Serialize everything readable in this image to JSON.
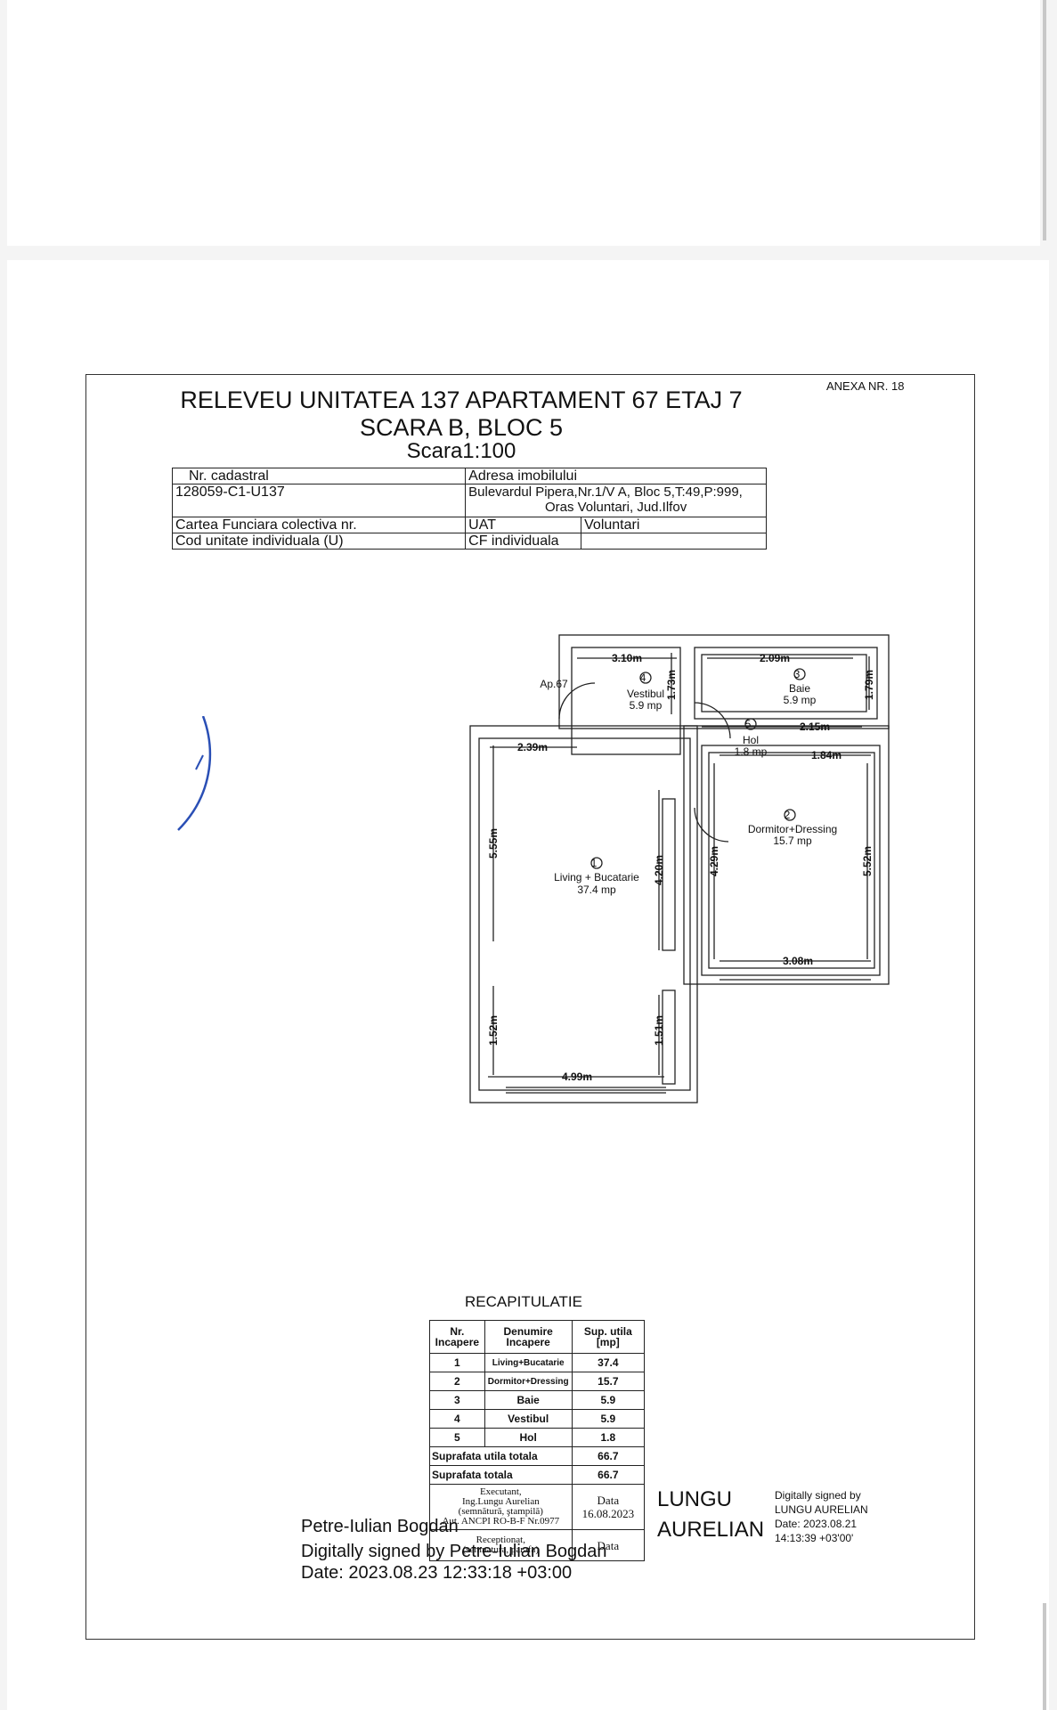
{
  "document": {
    "anexa": "ANEXA NR. 18",
    "title_line1": "RELEVEU UNITATEA 137 APARTAMENT 67 ETAJ 7",
    "title_line2": "SCARA B, BLOC 5",
    "scale": "Scara1:100"
  },
  "info_table": {
    "nr_cadastral_label": "Nr. cadastral",
    "nr_cadastral_value": "128059-C1-U137",
    "adresa_label": "Adresa imobilului",
    "adresa_line1": "Bulevardul Pipera,Nr.1/V A, Bloc 5,T:49,P:999,",
    "adresa_line2": "Oras Voluntari, Jud.Ilfov",
    "cf_colectiva_label": "Cartea Funciara colectiva nr.",
    "uat_label": "UAT",
    "uat_value": "Voluntari",
    "cod_unitate_label": "Cod unitate individuala (U)",
    "cf_individuala_label": "CF individuala"
  },
  "plan": {
    "apartment_label": "Ap.67",
    "rooms": [
      {
        "nr": "1",
        "name": "Living + Bucatarie",
        "area": "37.4 mp"
      },
      {
        "nr": "2",
        "name": "Dormitor+Dressing",
        "area": "15.7 mp"
      },
      {
        "nr": "3",
        "name": "Baie",
        "area": "5.9 mp"
      },
      {
        "nr": "4",
        "name": "Vestibul",
        "area": "5.9 mp"
      },
      {
        "nr": "5",
        "name": "Hol",
        "area": "1.8 mp"
      }
    ],
    "dimensions": {
      "vestibul_width": "3.10m",
      "vestibul_height": "1.73m",
      "baie_width": "2.09m",
      "baie_height": "1.79m",
      "baie_bottom": "2.15m",
      "living_top": "2.39m",
      "hol_right": "1.84m",
      "living_left": "5.55m",
      "living_right": "4.20m",
      "dormitor_left": "4.29m",
      "dormitor_right": "5.52m",
      "dormitor_bottom": "3.08m",
      "living_lower_left": "1.52m",
      "living_lower_right": "1.51m",
      "living_bottom": "4.99m"
    }
  },
  "recap": {
    "title": "RECAPITULATIE",
    "headers": [
      "Nr. Incapere",
      "Denumire Incapere",
      "Sup. utila [mp]"
    ],
    "rows": [
      [
        "1",
        "Living+Bucatarie",
        "37.4"
      ],
      [
        "2",
        "Dormitor+Dressing",
        "15.7"
      ],
      [
        "3",
        "Baie",
        "5.9"
      ],
      [
        "4",
        "Vestibul",
        "5.9"
      ],
      [
        "5",
        "Hol",
        "1.8"
      ]
    ],
    "total_util_label": "Suprafata utila totala",
    "total_util_value": "66.7",
    "total_label": "Suprafata totala",
    "total_value": "66.7",
    "executant_label": "Executant,",
    "executant_name": "Ing.Lungu Aurelian",
    "executant_sign": "(semnătură, ştampilă)",
    "executant_auth": "Aut. ANCPI RO-B-F Nr.0977",
    "data_label": "Data",
    "data_value": "16.08.2023",
    "receptionat_label": "Receptionat,",
    "receptionat_sign": "(semnatura, parafa)",
    "receptionat_data_label": "Data"
  },
  "signatures": {
    "bogdan_name": "Petre-Iulian Bogdan",
    "bogdan_line": "Digitally signed by Petre-Iulian Bogdan",
    "bogdan_date": "Date: 2023.08.23 12:33:18 +03:00",
    "lungu_name1": "LUNGU",
    "lungu_name2": "AURELIAN",
    "lungu_sig_line1": "Digitally signed by",
    "lungu_sig_line2": "LUNGU AURELIAN",
    "lungu_sig_line3": "Date: 2023.08.21",
    "lungu_sig_line4": "14:13:39 +03'00'"
  }
}
